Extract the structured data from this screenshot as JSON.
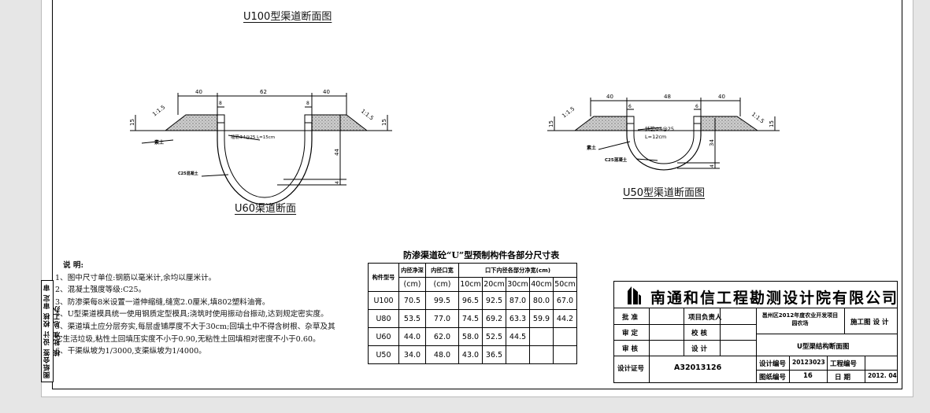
{
  "drawing": {
    "u100_title": "U100型渠道断面图",
    "u60_title": "U60渠道断面",
    "u50_title": "U50型渠道断面图",
    "u60_labels": {
      "dim_top_left": "40",
      "dim_top_mid": "62",
      "dim_top_right": "40",
      "dim_lip_left": "8",
      "dim_lip_right": "8",
      "slope_left": "1:1.5",
      "slope_right": "1:1.5",
      "dim_side_left": "15",
      "dim_side_right": "15",
      "dim_depth": "44",
      "dim_base": "4",
      "rebar": "插筋Φ4@25  L=15cm",
      "soil": "素土",
      "concrete": "C25混凝土"
    },
    "u50_labels": {
      "dim_top_left": "40",
      "dim_top_mid": "48",
      "dim_top_right": "40",
      "dim_lip_left": "6",
      "dim_lip_right": "6",
      "slope_left": "1:1.5",
      "slope_right": "1:1.5",
      "dim_side_left": "15",
      "dim_side_right": "15",
      "dim_depth": "34",
      "dim_base": "4",
      "rebar_line1": "插筋Φ4@25",
      "rebar_line2": "L=12cm",
      "soil": "素土",
      "concrete": "C25混凝土"
    }
  },
  "notes": {
    "heading": "说 明:",
    "items": [
      "1、图中尺寸单位:钢筋以毫米计,余均以厘米计。",
      "2、混凝土强度等级:C25。",
      "3、防渗渠每8米设置一道伸缩缝,缝宽2.0厘米,填802塑料油膏。",
      "4、U型渠道模具统一使用钢质定型模具;浇筑时使用振动台振动,达到规定密实度。",
      "5、渠道填土应分层夯实,每层虚铺厚度不大于30cm;回填土中不得含树根、杂草及其",
      "    它生活垃圾,粘性土回填压实度不小于0.90,无粘性土回填相对密度不小于0.60。",
      "6、干渠纵坡为1/3000,支渠纵坡为1/4000。"
    ]
  },
  "dim_table": {
    "title": "防渗渠道砼“U”型预制构件各部分尺寸表",
    "h_type": "构件型号",
    "h_inner_r": "内径净深",
    "h_inner_w": "内径口宽",
    "h_below": "口下内径各部分净宽(cm)",
    "unit": "(cm)",
    "sub_cols": [
      "10cm",
      "20cm",
      "30cm",
      "40cm",
      "50cm"
    ],
    "rows": [
      {
        "type": "U100",
        "r": "70.5",
        "w": "99.5",
        "c": [
          "96.5",
          "92.5",
          "87.0",
          "80.0",
          "67.0"
        ]
      },
      {
        "type": "U80",
        "r": "53.5",
        "w": "77.0",
        "c": [
          "74.5",
          "69.2",
          "63.3",
          "59.9",
          "44.2"
        ]
      },
      {
        "type": "U60",
        "r": "44.0",
        "w": "62.0",
        "c": [
          "58.0",
          "52.5",
          "44.5",
          "",
          ""
        ]
      },
      {
        "type": "U50",
        "r": "34.0",
        "w": "48.0",
        "c": [
          "43.0",
          "36.5",
          "",
          "",
          ""
        ]
      }
    ]
  },
  "title_block": {
    "company": "南通和信工程勘测设计院有限公司",
    "approve": "批 准",
    "review": "审 定",
    "check": "审 核",
    "cert_label": "设计证号",
    "cert_no": "A32013126",
    "proj_lead": "项目负责人",
    "checker": "校 核",
    "designer": "设 计",
    "project": "邕州区2012年度农业开发项目 园农场",
    "stage": "施工图 设 计",
    "drawing_name": "U型渠结构断面图",
    "design_no_label": "设计编号",
    "design_no": "20123023",
    "eng_no_label": "工程编号",
    "sheet_no_label": "图纸编号",
    "sheet_no": "16",
    "date_label": "日 期",
    "date": "2012. 04"
  },
  "side_strip": {
    "text": "图纸会签 设计 校核 审定 审核 批准 总工办"
  },
  "colors": {
    "paper": "#ffffff",
    "background": "#e6e6e6",
    "line": "#000000",
    "soil_hatch": "#9a9a9a"
  }
}
